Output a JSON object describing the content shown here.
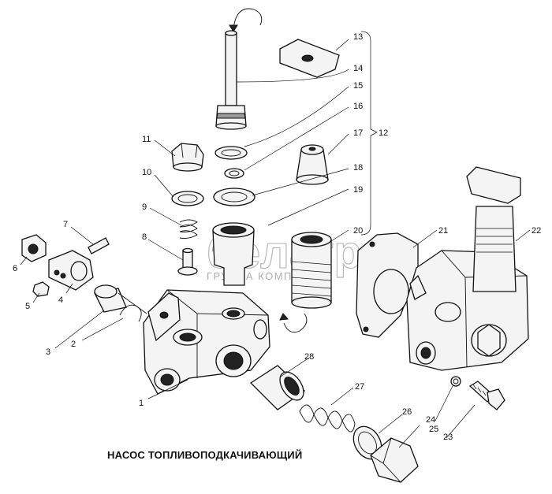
{
  "caption": "НАСОС ТОПЛИВОПОДКАЧИВАЮЩИЙ",
  "watermark": {
    "brand": "белагро",
    "subtitle": "ГРУППА КОМПАНИЙ"
  },
  "callouts": [
    "1",
    "2",
    "3",
    "4",
    "5",
    "6",
    "7",
    "8",
    "9",
    "10",
    "11",
    "12",
    "13",
    "14",
    "15",
    "16",
    "17",
    "18",
    "19",
    "20",
    "21",
    "22",
    "23",
    "24",
    "25",
    "26",
    "27",
    "28"
  ]
}
